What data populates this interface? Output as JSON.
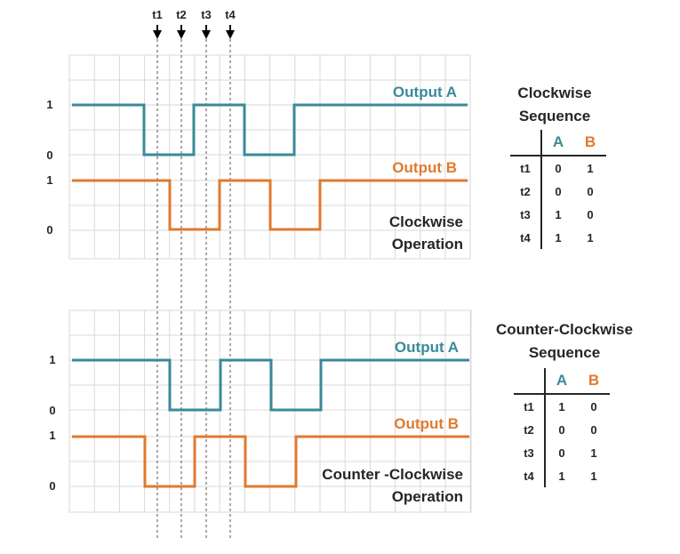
{
  "time_markers": [
    "t1",
    "t2",
    "t3",
    "t4"
  ],
  "level_labels": {
    "high": "1",
    "low": "0"
  },
  "colors": {
    "output_a": "#3a8a99",
    "output_b": "#e07a2e",
    "text": "#262626",
    "grid": "#d9d9d9",
    "marker_line": "#8c8c8c"
  },
  "clockwise_chart": {
    "output_a_label": "Output A",
    "output_b_label": "Output B",
    "caption_line1": "Clockwise",
    "caption_line2": "Operation",
    "output_a_levels": [
      1,
      0,
      1,
      0,
      1
    ],
    "output_b_levels": [
      1,
      0,
      1,
      0,
      1
    ]
  },
  "counter_clockwise_chart": {
    "output_a_label": "Output A",
    "output_b_label": "Output B",
    "caption_line1": "Counter -Clockwise",
    "caption_line2": "Operation",
    "output_a_levels": [
      1,
      0,
      1,
      0,
      1
    ],
    "output_b_levels": [
      1,
      0,
      1,
      0,
      1
    ]
  },
  "clockwise_table": {
    "title_line1": "Clockwise",
    "title_line2": "Sequence",
    "headers": [
      "A",
      "B"
    ],
    "rows": [
      {
        "label": "t1",
        "a": "0",
        "b": "1"
      },
      {
        "label": "t2",
        "a": "0",
        "b": "0"
      },
      {
        "label": "t3",
        "a": "1",
        "b": "0"
      },
      {
        "label": "t4",
        "a": "1",
        "b": "1"
      }
    ]
  },
  "counter_clockwise_table": {
    "title_line1": "Counter-Clockwise",
    "title_line2": "Sequence",
    "headers": [
      "A",
      "B"
    ],
    "rows": [
      {
        "label": "t1",
        "a": "1",
        "b": "0"
      },
      {
        "label": "t2",
        "a": "0",
        "b": "0"
      },
      {
        "label": "t3",
        "a": "0",
        "b": "1"
      },
      {
        "label": "t4",
        "a": "1",
        "b": "1"
      }
    ]
  }
}
